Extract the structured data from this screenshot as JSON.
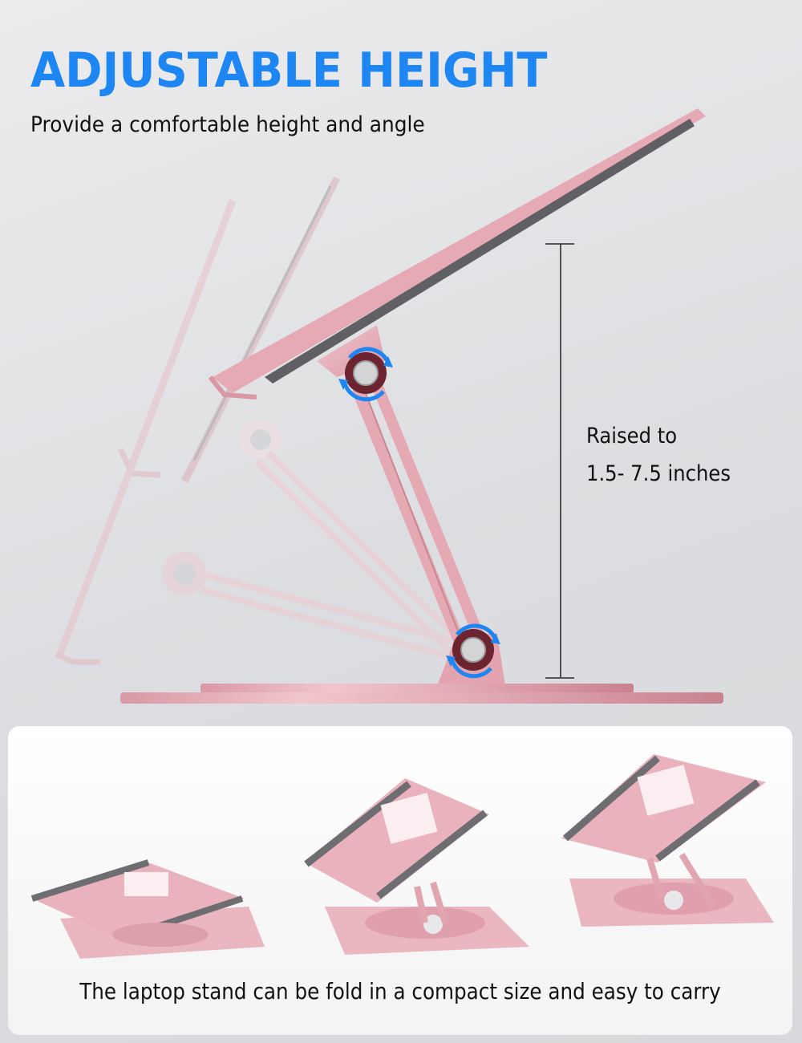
{
  "header": {
    "title": "ADJUSTABLE HEIGHT",
    "subtitle": "Provide a comfortable height and angle"
  },
  "hero": {
    "measurement": {
      "line1": "Raised to",
      "line2": "1.5- 7.5 inches"
    },
    "icons": [
      "rotate-arrows-icon",
      "rotate-arrows-icon"
    ]
  },
  "gallery": {
    "items": [
      {
        "state": "folded"
      },
      {
        "state": "medium-height"
      },
      {
        "state": "max-height"
      }
    ],
    "caption": "The laptop stand can be fold in a compact size and easy to carry"
  },
  "colors": {
    "accent": "#1d86f2",
    "product_pink": "#e8b4bd",
    "pad_gray": "#6e6e72",
    "background": "#dcdde0"
  }
}
